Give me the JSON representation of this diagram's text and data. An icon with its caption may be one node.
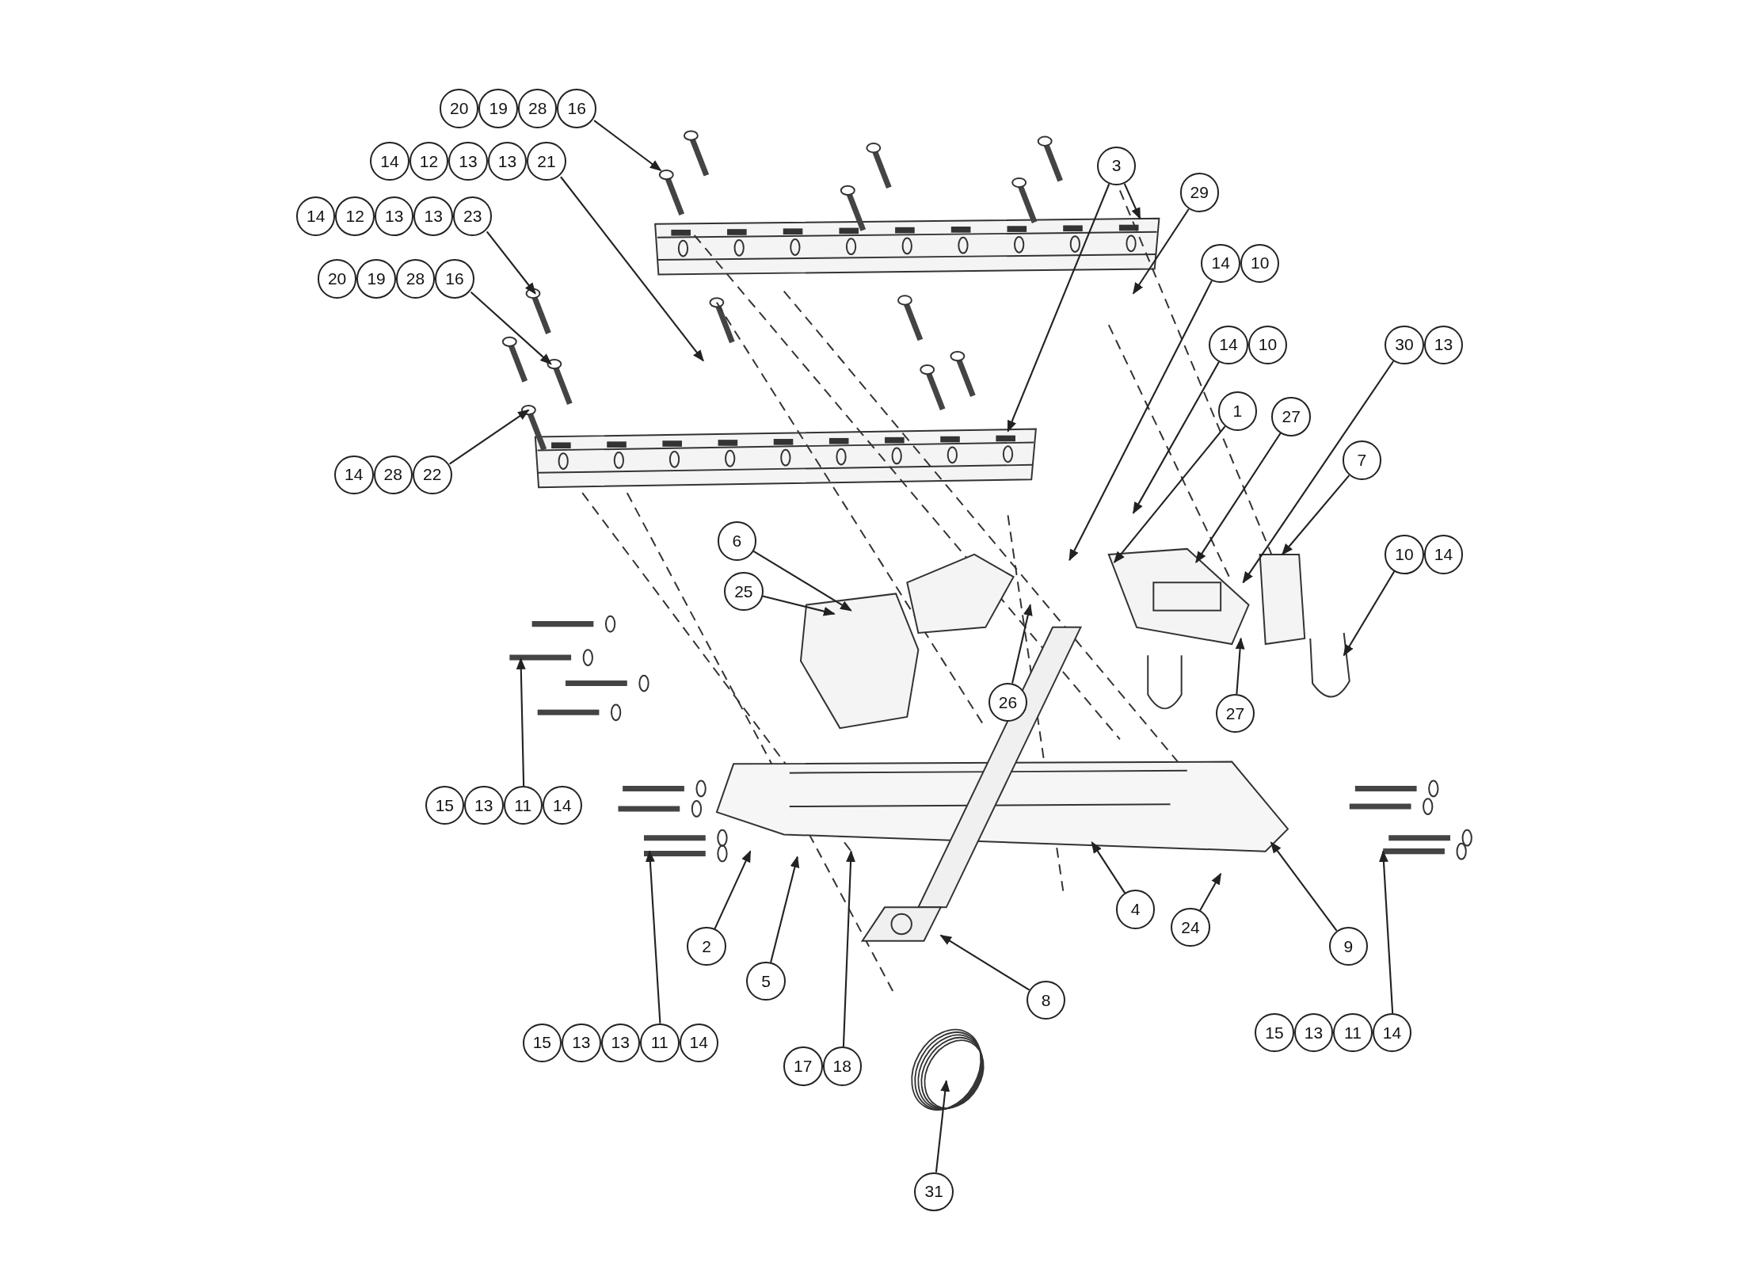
{
  "diagram": {
    "nodes": [
      {
        "text": [
          "20",
          "19",
          "28",
          "16"
        ]
      },
      {
        "text": [
          "14",
          "12",
          "13",
          "13",
          "21"
        ]
      },
      {
        "text": [
          "14",
          "12",
          "13",
          "13",
          "23"
        ]
      },
      {
        "text": [
          "20",
          "19",
          "28",
          "16"
        ]
      },
      {
        "text": [
          "14",
          "28",
          "22"
        ]
      },
      {
        "text": [
          "3"
        ]
      },
      {
        "text": [
          "29"
        ]
      },
      {
        "text": [
          "14",
          "10"
        ]
      },
      {
        "text": [
          "14",
          "10"
        ]
      },
      {
        "text": [
          "1"
        ]
      },
      {
        "text": [
          "27"
        ]
      },
      {
        "text": [
          "30",
          "13"
        ]
      },
      {
        "text": [
          "7"
        ]
      },
      {
        "text": [
          "10",
          "14"
        ]
      },
      {
        "text": [
          "6"
        ]
      },
      {
        "text": [
          "25"
        ]
      },
      {
        "text": [
          "26"
        ]
      },
      {
        "text": [
          "27"
        ]
      },
      {
        "text": [
          "15",
          "13",
          "11",
          "14"
        ]
      },
      {
        "text": [
          "2"
        ]
      },
      {
        "text": [
          "5"
        ]
      },
      {
        "text": [
          "4"
        ]
      },
      {
        "text": [
          "24"
        ]
      },
      {
        "text": [
          "9"
        ]
      },
      {
        "text": [
          "8"
        ]
      },
      {
        "text": [
          "15",
          "13",
          "13",
          "11",
          "14"
        ]
      },
      {
        "text": [
          "17",
          "18"
        ]
      },
      {
        "text": [
          "15",
          "13",
          "11",
          "14"
        ]
      },
      {
        "text": [
          "31"
        ]
      }
    ],
    "edges": [
      {
        "from": 0,
        "to": null,
        "arrow": "to"
      },
      {
        "from": 1,
        "to": null,
        "arrow": "to"
      },
      {
        "from": 2,
        "to": null,
        "arrow": "to"
      },
      {
        "from": 3,
        "to": null,
        "arrow": "to"
      },
      {
        "from": 4,
        "to": null,
        "arrow": "to"
      },
      {
        "from": 5,
        "to": null,
        "arrow": "to"
      },
      {
        "from": 5,
        "to": null,
        "arrow": "to"
      },
      {
        "from": 6,
        "to": null,
        "arrow": "to"
      },
      {
        "from": 7,
        "to": null,
        "arrow": "to"
      },
      {
        "from": 8,
        "to": null,
        "arrow": "to"
      },
      {
        "from": 9,
        "to": null,
        "arrow": "to"
      },
      {
        "from": 10,
        "to": null,
        "arrow": "to"
      },
      {
        "from": 11,
        "to": null,
        "arrow": "to"
      },
      {
        "from": 12,
        "to": null,
        "arrow": "to"
      },
      {
        "from": 13,
        "to": null,
        "arrow": "to"
      },
      {
        "from": 14,
        "to": null,
        "arrow": "to"
      },
      {
        "from": 15,
        "to": null,
        "arrow": "to"
      },
      {
        "from": 16,
        "to": null,
        "arrow": "to"
      },
      {
        "from": 17,
        "to": null,
        "arrow": "to"
      },
      {
        "from": 18,
        "to": null,
        "arrow": "to"
      },
      {
        "from": 19,
        "to": null,
        "arrow": "to"
      },
      {
        "from": 20,
        "to": null,
        "arrow": "to"
      },
      {
        "from": 21,
        "to": null,
        "arrow": "to"
      },
      {
        "from": 22,
        "to": null,
        "arrow": "to"
      },
      {
        "from": 23,
        "to": null,
        "arrow": "to"
      },
      {
        "from": 24,
        "to": null,
        "arrow": "to"
      },
      {
        "from": 25,
        "to": null,
        "arrow": "to"
      },
      {
        "from": 26,
        "to": null,
        "arrow": "to"
      },
      {
        "from": 27,
        "to": null,
        "arrow": "to"
      },
      {
        "from": 28,
        "to": null,
        "arrow": "to"
      }
    ]
  }
}
